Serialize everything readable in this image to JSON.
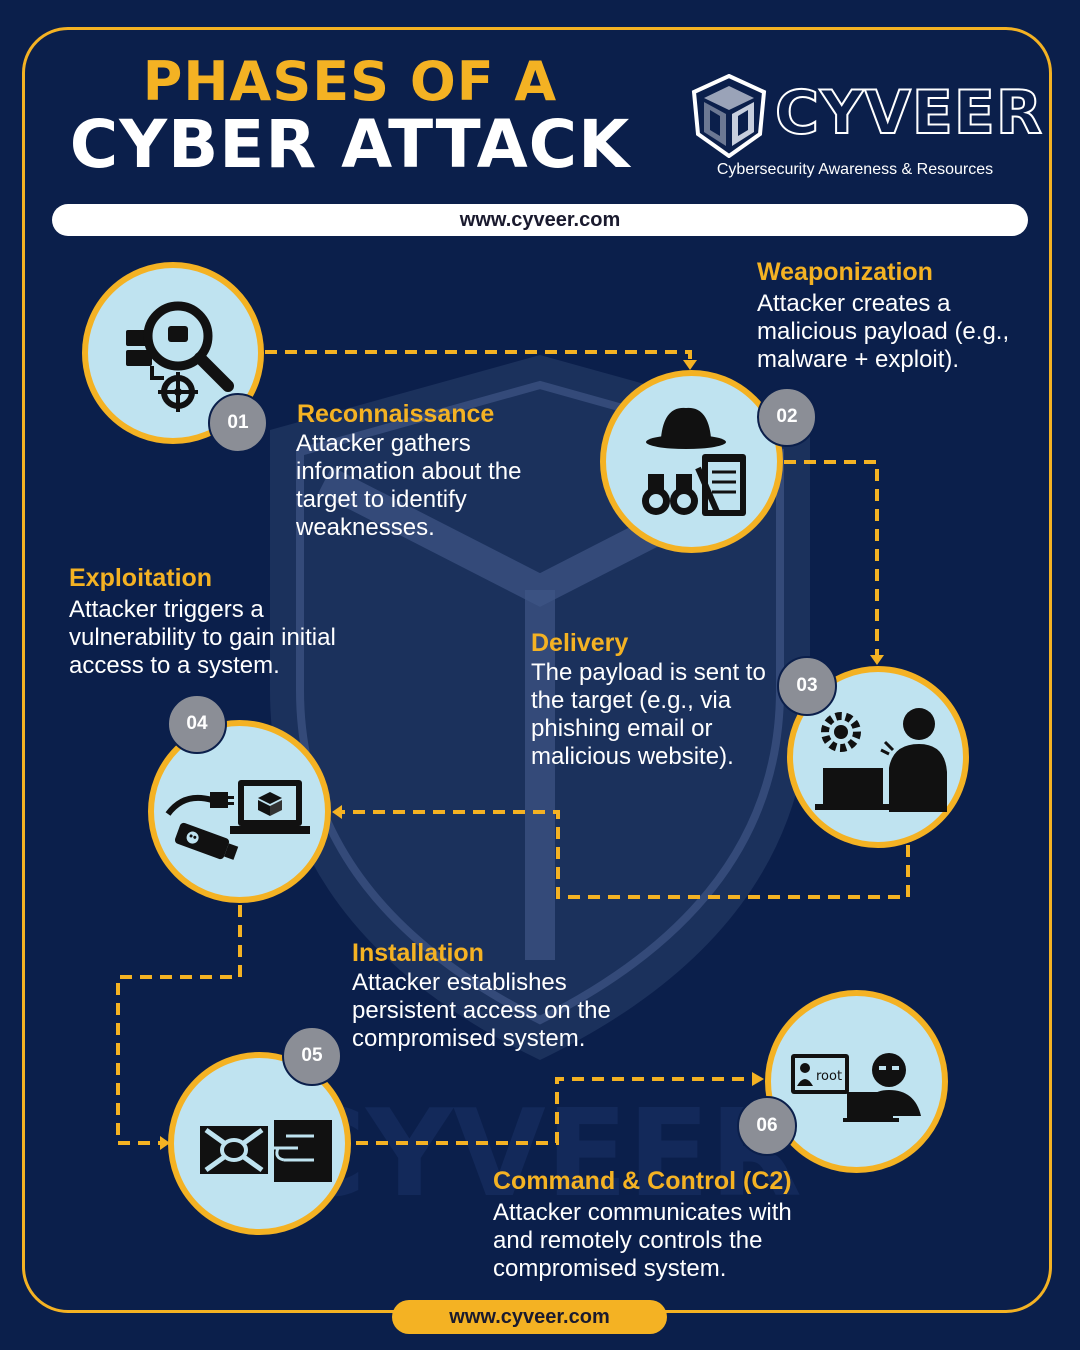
{
  "header": {
    "title_line1": "PHASES OF A",
    "title_line2": "CYBER ATTACK",
    "brand_name": "CYVEER",
    "tagline": "Cybersecurity Awareness & Resources",
    "url": "www.cyveer.com"
  },
  "footer": {
    "url": "www.cyveer.com"
  },
  "watermark_text": "CYVEER",
  "colors": {
    "background": "#0b1f4b",
    "accent": "#f4b223",
    "circle_fill": "#bfe3f0",
    "badge": "#8b8e96"
  },
  "steps": [
    {
      "number": "01",
      "title": "Reconnaissance",
      "description": "Attacker gathers information about the target to identify weaknesses.",
      "icon": "magnifier-target-icon"
    },
    {
      "number": "02",
      "title": "Weaponization",
      "description": "Attacker creates a malicious payload (e.g., malware + exploit).",
      "icon": "spy-binoculars-notepad-icon"
    },
    {
      "number": "03",
      "title": "Delivery",
      "description": "The payload is sent to the target (e.g., via phishing email or malicious website).",
      "icon": "hacker-laptop-gear-icon"
    },
    {
      "number": "04",
      "title": "Exploitation",
      "description": "Attacker triggers a vulnerability to gain initial access to a system.",
      "icon": "usb-laptop-icon"
    },
    {
      "number": "05",
      "title": "Installation",
      "description": "Attacker establishes persistent access on the compromised system.",
      "icon": "package-install-icon"
    },
    {
      "number": "06",
      "title": "Command & Control (C2)",
      "description": "Attacker communicates with and remotely controls the compromised system.",
      "icon": "root-remote-control-icon",
      "icon_label": "root"
    }
  ]
}
